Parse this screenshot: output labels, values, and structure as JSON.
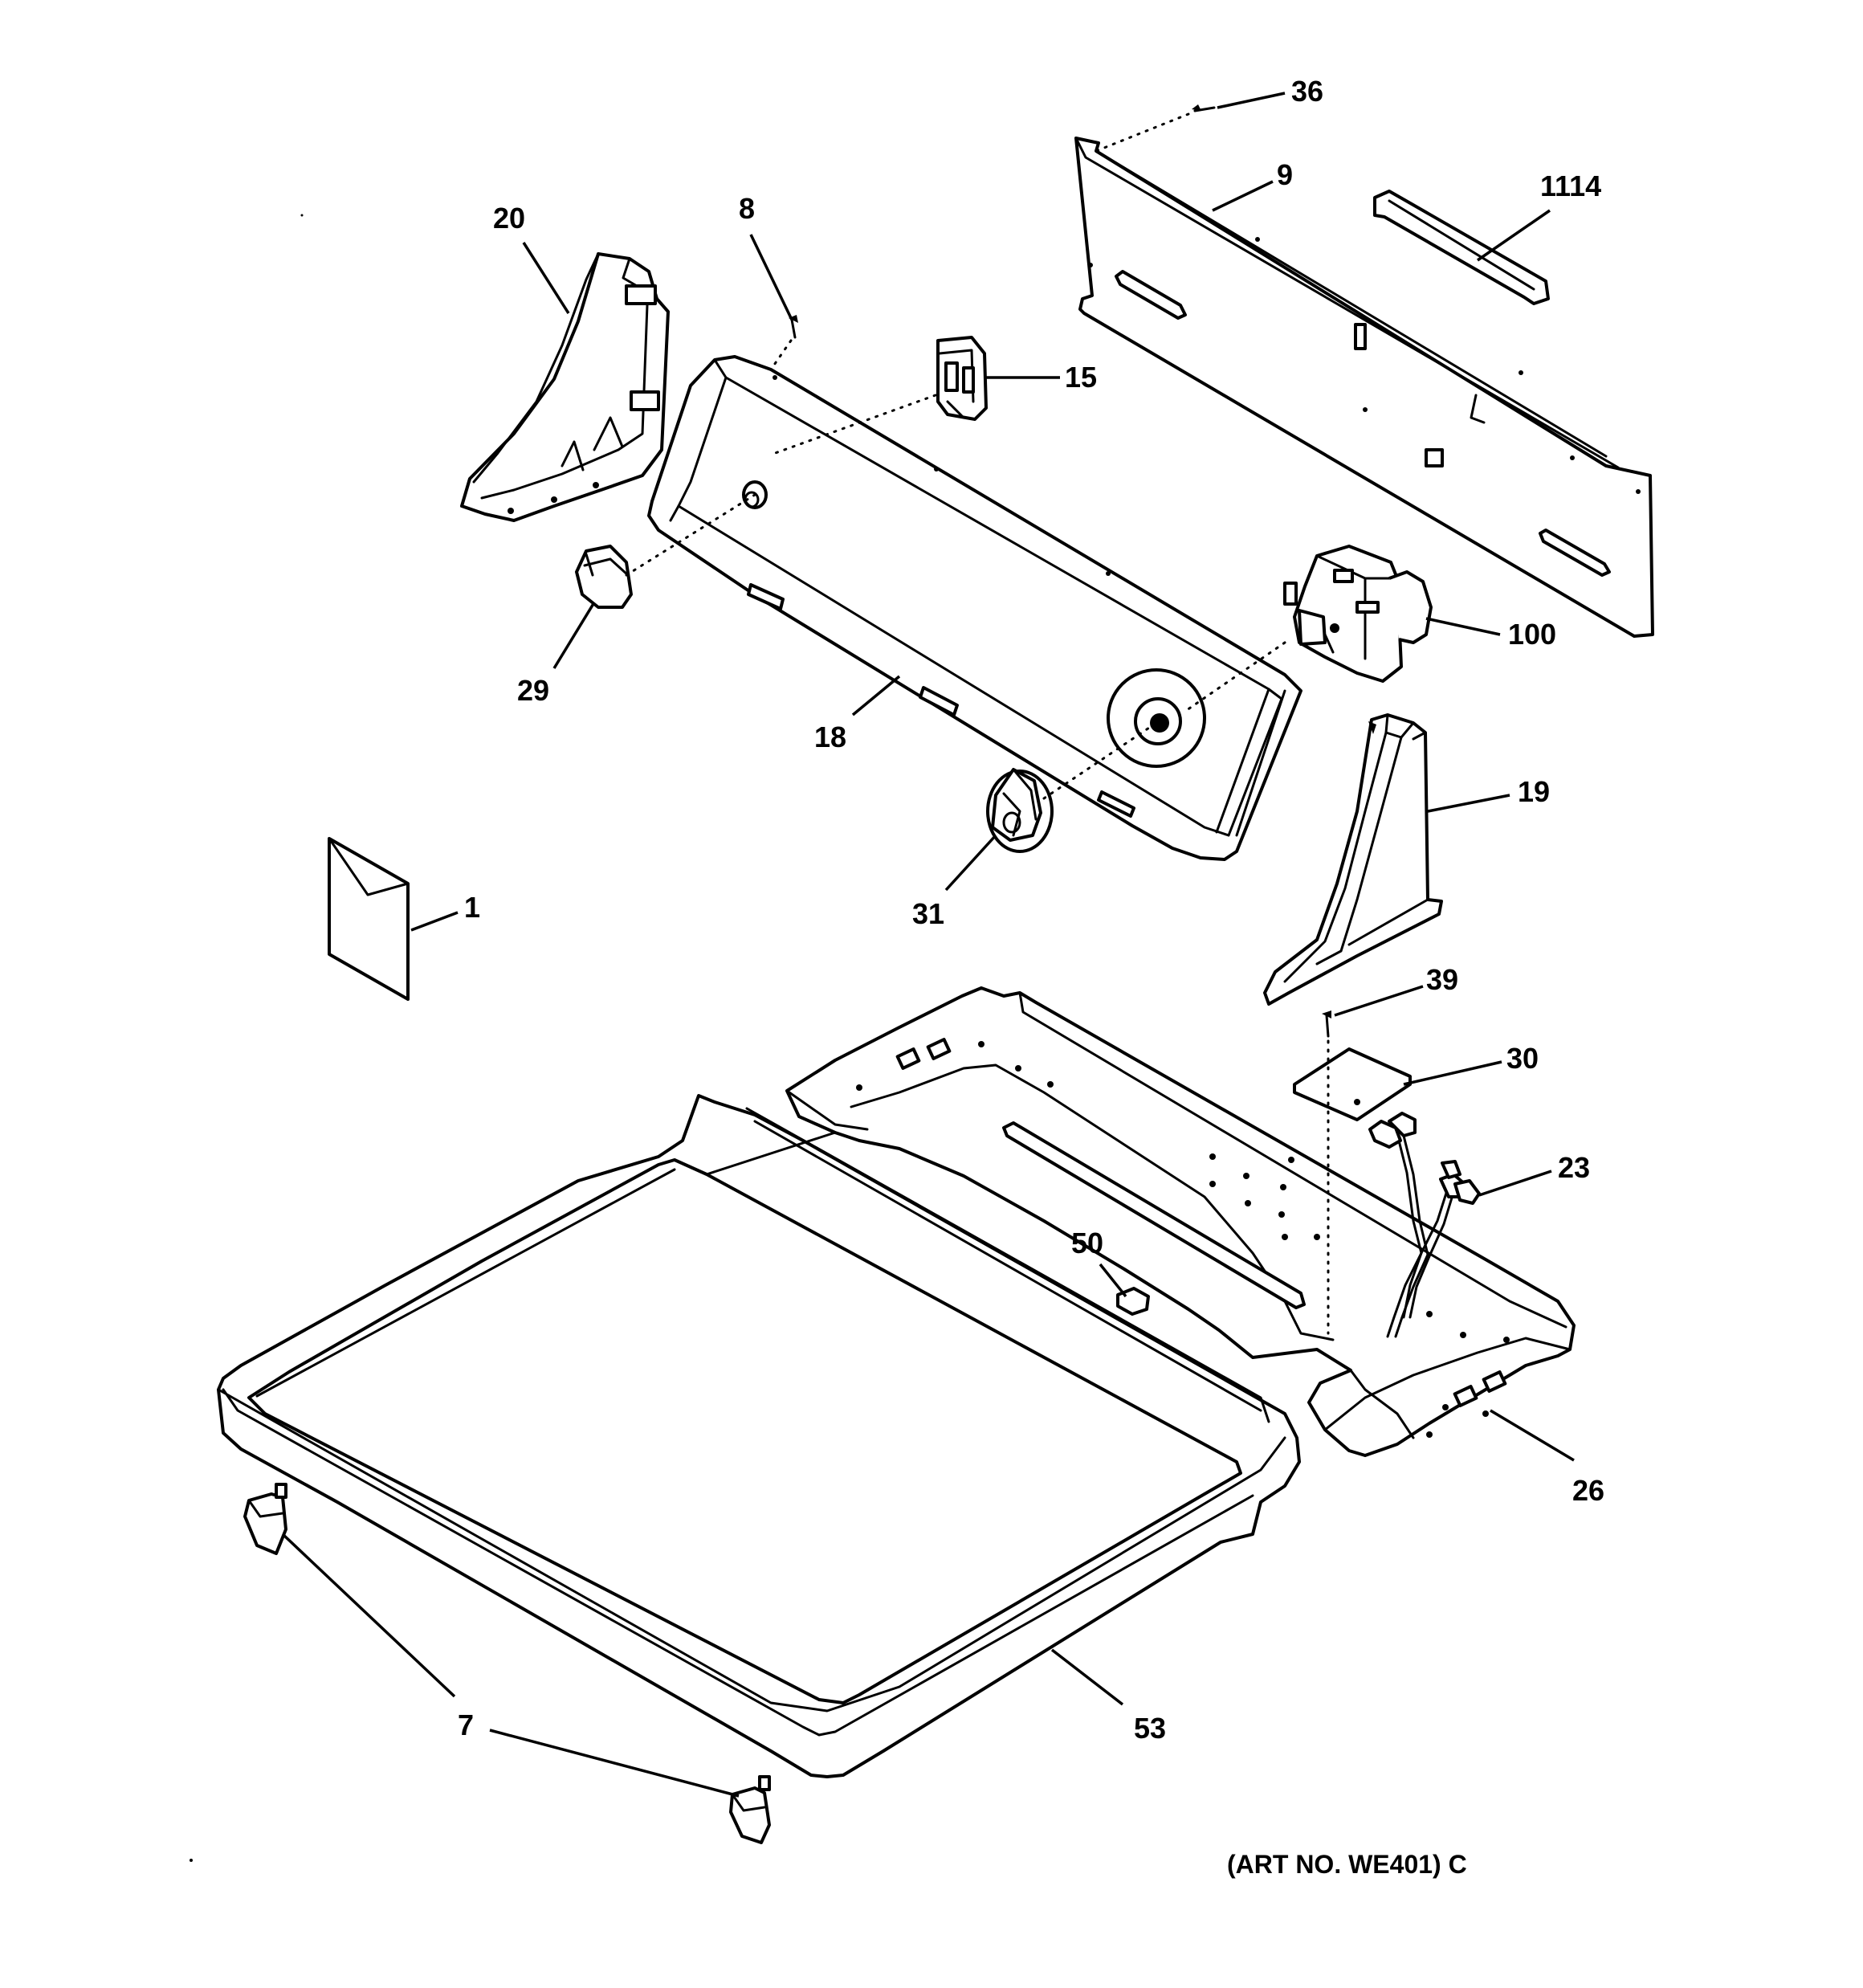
{
  "callouts": {
    "c36": "36",
    "c9": "9",
    "c1114": "1114",
    "c20": "20",
    "c8": "8",
    "c15": "15",
    "c29": "29",
    "c18": "18",
    "c100": "100",
    "c19": "19",
    "c31": "31",
    "c1": "1",
    "c39": "39",
    "c30": "30",
    "c23": "23",
    "c50": "50",
    "c26": "26",
    "c7": "7",
    "c53": "53"
  },
  "art_number": "(ART NO. WE401) C"
}
